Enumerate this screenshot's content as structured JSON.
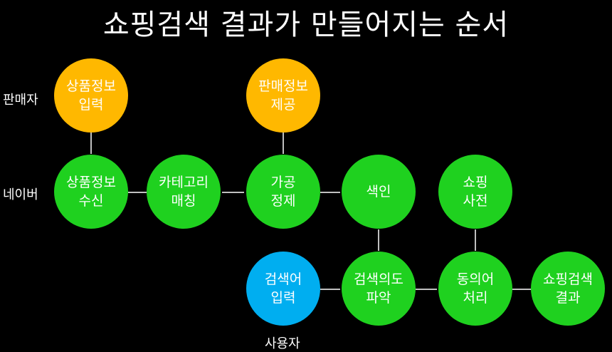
{
  "title": "쇼핑검색 결과가 만들어지는 순서",
  "row_labels": {
    "seller": "판매자",
    "naver": "네이버",
    "user": "사용자"
  },
  "colors": {
    "seller": "#ffb800",
    "naver": "#1fd11f",
    "user": "#00aef0",
    "line": "#ffffff",
    "background": "#000000"
  },
  "nodes": {
    "product_info_input": {
      "line1": "상품정보",
      "line2": "입력"
    },
    "sales_info_provide": {
      "line1": "판매정보",
      "line2": "제공"
    },
    "product_info_receive": {
      "line1": "상품정보",
      "line2": "수신"
    },
    "category_matching": {
      "line1": "카테고리",
      "line2": "매칭"
    },
    "processing_refine": {
      "line1": "가공",
      "line2": "정제"
    },
    "indexing": {
      "line1": "색인",
      "line2": ""
    },
    "shopping_dictionary": {
      "line1": "쇼핑",
      "line2": "사전"
    },
    "search_query_input": {
      "line1": "검색어",
      "line2": "입력"
    },
    "search_intent": {
      "line1": "검색의도",
      "line2": "파악"
    },
    "synonym_processing": {
      "line1": "동의어",
      "line2": "처리"
    },
    "shopping_search_result": {
      "line1": "쇼핑검색",
      "line2": "결과"
    }
  }
}
